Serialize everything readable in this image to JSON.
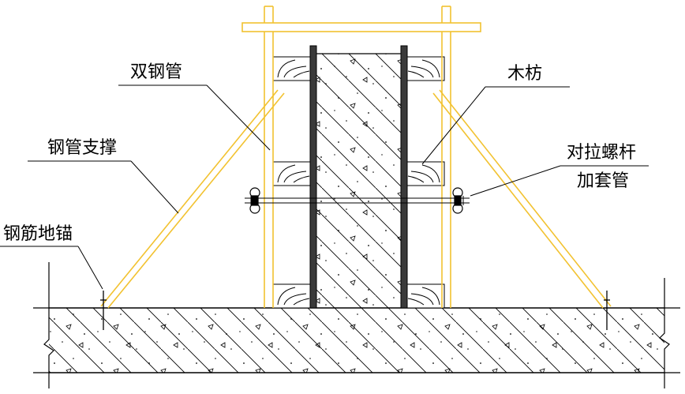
{
  "labels": {
    "double_steel_pipe": "双钢管",
    "steel_pipe_support": "钢管支撑",
    "rebar_ground_anchor": "钢筋地锚",
    "timber_batten": "木枋",
    "tie_bolt_line1": "对拉螺杆",
    "tie_bolt_line2": "加套管"
  },
  "colors": {
    "pipe": "#f2c230",
    "line": "#000000",
    "formwork": "#3a3a3a",
    "background": "#ffffff"
  }
}
